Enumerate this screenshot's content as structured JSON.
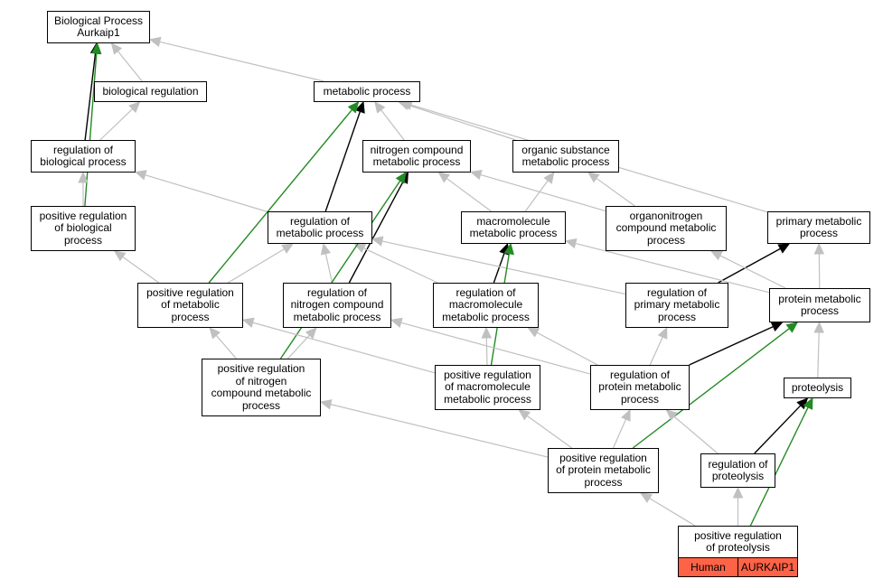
{
  "colors": {
    "edge_gray": "#c0c0c0",
    "edge_black": "#000000",
    "edge_green": "#228b22",
    "gene_cell": "#ff6347",
    "node_border": "#000000",
    "node_fill": "#ffffff"
  },
  "nodes": {
    "root": {
      "lines": [
        "Biological Process",
        "Aurkaip1"
      ]
    },
    "bio_reg": {
      "lines": [
        "biological regulation"
      ]
    },
    "metab": {
      "lines": [
        "metabolic process"
      ]
    },
    "reg_bio": {
      "lines": [
        "regulation of",
        "biological process"
      ]
    },
    "nitro": {
      "lines": [
        "nitrogen compound",
        "metabolic process"
      ]
    },
    "organic": {
      "lines": [
        "organic substance",
        "metabolic process"
      ]
    },
    "pos_bio": {
      "lines": [
        "positive regulation",
        "of biological",
        "process"
      ]
    },
    "reg_metab": {
      "lines": [
        "regulation of",
        "metabolic process"
      ]
    },
    "macro": {
      "lines": [
        "macromolecule",
        "metabolic process"
      ]
    },
    "organonitro": {
      "lines": [
        "organonitrogen",
        "compound metabolic",
        "process"
      ]
    },
    "primary": {
      "lines": [
        "primary metabolic",
        "process"
      ]
    },
    "pos_metab": {
      "lines": [
        "positive regulation",
        "of metabolic",
        "process"
      ]
    },
    "reg_nitro": {
      "lines": [
        "regulation of",
        "nitrogen compound",
        "metabolic process"
      ]
    },
    "reg_macro": {
      "lines": [
        "regulation of",
        "macromolecule",
        "metabolic process"
      ]
    },
    "reg_primary": {
      "lines": [
        "regulation of",
        "primary metabolic",
        "process"
      ]
    },
    "protein_metab": {
      "lines": [
        "protein metabolic",
        "process"
      ]
    },
    "pos_nitro": {
      "lines": [
        "positive regulation",
        "of nitrogen",
        "compound metabolic",
        "process"
      ]
    },
    "pos_macro": {
      "lines": [
        "positive regulation",
        "of macromolecule",
        "metabolic process"
      ]
    },
    "reg_protein": {
      "lines": [
        "regulation of",
        "protein metabolic",
        "process"
      ]
    },
    "proteolysis": {
      "lines": [
        "proteolysis"
      ]
    },
    "pos_protein": {
      "lines": [
        "positive regulation",
        "of protein metabolic",
        "process"
      ]
    },
    "reg_proteolysis": {
      "lines": [
        "regulation of",
        "proteolysis"
      ]
    },
    "pos_proteolysis": {
      "lines": [
        "positive regulation",
        "of proteolysis"
      ],
      "species": "Human",
      "gene": "AURKAIP1"
    }
  },
  "edges": [
    {
      "from": "bio_reg",
      "to": "root",
      "kind": "is_a"
    },
    {
      "from": "metab",
      "to": "root",
      "kind": "is_a"
    },
    {
      "from": "reg_bio",
      "to": "root",
      "kind": "regulates"
    },
    {
      "from": "reg_bio",
      "to": "bio_reg",
      "kind": "is_a"
    },
    {
      "from": "pos_bio",
      "to": "root",
      "kind": "positively_regulates"
    },
    {
      "from": "pos_bio",
      "to": "reg_bio",
      "kind": "is_a"
    },
    {
      "from": "nitro",
      "to": "metab",
      "kind": "is_a"
    },
    {
      "from": "organic",
      "to": "metab",
      "kind": "is_a"
    },
    {
      "from": "primary",
      "to": "metab",
      "kind": "is_a"
    },
    {
      "from": "reg_metab",
      "to": "metab",
      "kind": "regulates"
    },
    {
      "from": "reg_metab",
      "to": "reg_bio",
      "kind": "is_a"
    },
    {
      "from": "macro",
      "to": "nitro",
      "kind": "is_a"
    },
    {
      "from": "macro",
      "to": "organic",
      "kind": "is_a"
    },
    {
      "from": "organonitro",
      "to": "nitro",
      "kind": "is_a"
    },
    {
      "from": "organonitro",
      "to": "organic",
      "kind": "is_a"
    },
    {
      "from": "pos_metab",
      "to": "metab",
      "kind": "positively_regulates"
    },
    {
      "from": "pos_metab",
      "to": "pos_bio",
      "kind": "is_a"
    },
    {
      "from": "pos_metab",
      "to": "reg_metab",
      "kind": "is_a"
    },
    {
      "from": "reg_nitro",
      "to": "nitro",
      "kind": "regulates"
    },
    {
      "from": "reg_nitro",
      "to": "reg_metab",
      "kind": "is_a"
    },
    {
      "from": "reg_macro",
      "to": "macro",
      "kind": "regulates"
    },
    {
      "from": "reg_macro",
      "to": "reg_metab",
      "kind": "is_a"
    },
    {
      "from": "reg_primary",
      "to": "primary",
      "kind": "regulates"
    },
    {
      "from": "reg_primary",
      "to": "reg_metab",
      "kind": "is_a"
    },
    {
      "from": "protein_metab",
      "to": "primary",
      "kind": "is_a"
    },
    {
      "from": "protein_metab",
      "to": "organonitro",
      "kind": "is_a"
    },
    {
      "from": "protein_metab",
      "to": "macro",
      "kind": "is_a"
    },
    {
      "from": "pos_nitro",
      "to": "nitro",
      "kind": "positively_regulates"
    },
    {
      "from": "pos_nitro",
      "to": "pos_metab",
      "kind": "is_a"
    },
    {
      "from": "pos_nitro",
      "to": "reg_nitro",
      "kind": "is_a"
    },
    {
      "from": "pos_macro",
      "to": "macro",
      "kind": "positively_regulates"
    },
    {
      "from": "pos_macro",
      "to": "reg_macro",
      "kind": "is_a"
    },
    {
      "from": "pos_macro",
      "to": "pos_metab",
      "kind": "is_a"
    },
    {
      "from": "reg_protein",
      "to": "protein_metab",
      "kind": "regulates"
    },
    {
      "from": "reg_protein",
      "to": "reg_primary",
      "kind": "is_a"
    },
    {
      "from": "reg_protein",
      "to": "reg_nitro",
      "kind": "is_a"
    },
    {
      "from": "reg_protein",
      "to": "reg_macro",
      "kind": "is_a"
    },
    {
      "from": "proteolysis",
      "to": "protein_metab",
      "kind": "is_a"
    },
    {
      "from": "pos_protein",
      "to": "protein_metab",
      "kind": "positively_regulates"
    },
    {
      "from": "pos_protein",
      "to": "pos_nitro",
      "kind": "is_a"
    },
    {
      "from": "pos_protein",
      "to": "pos_macro",
      "kind": "is_a"
    },
    {
      "from": "pos_protein",
      "to": "reg_protein",
      "kind": "is_a"
    },
    {
      "from": "reg_proteolysis",
      "to": "proteolysis",
      "kind": "regulates"
    },
    {
      "from": "reg_proteolysis",
      "to": "reg_protein",
      "kind": "is_a"
    },
    {
      "from": "pos_proteolysis",
      "to": "proteolysis",
      "kind": "positively_regulates"
    },
    {
      "from": "pos_proteolysis",
      "to": "reg_proteolysis",
      "kind": "is_a"
    },
    {
      "from": "pos_proteolysis",
      "to": "pos_protein",
      "kind": "is_a"
    }
  ]
}
